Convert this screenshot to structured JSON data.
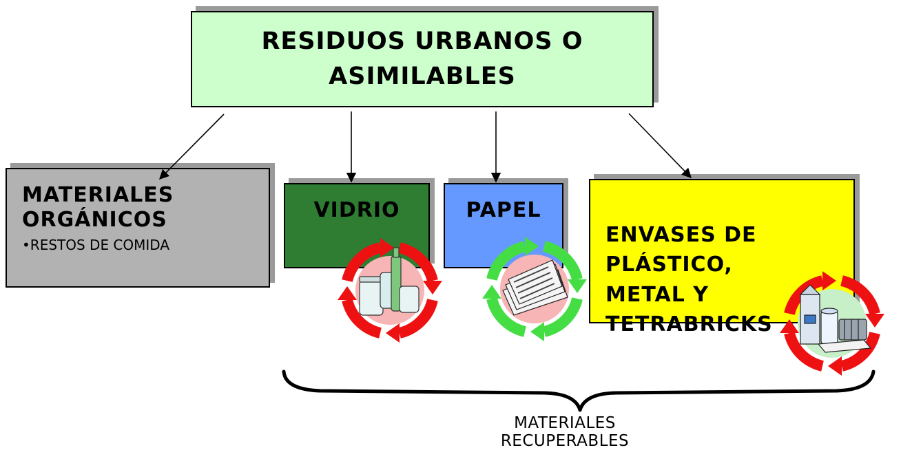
{
  "root": {
    "label": "RESIDUOS URBANOS O ASIMILABLES"
  },
  "organic": {
    "title": "MATERIALES ORGÁNICOS",
    "bullet": "•",
    "item": "RESTOS DE COMIDA"
  },
  "glass": {
    "label": "VIDRIO"
  },
  "paper": {
    "label": "PAPEL"
  },
  "packaging": {
    "label": "ENVASES DE\nPLÁSTICO,\nMETAL Y\nTETRABRICKS"
  },
  "brace": {
    "label": "MATERIALES RECUPERABLES"
  },
  "colors": {
    "root": "#ccffcc",
    "organic": "#b2b2b2",
    "glass": "#2e7d32",
    "paper": "#6699ff",
    "packaging": "#ffff00",
    "recycle_red": "#ee1111",
    "recycle_green": "#44dd44"
  },
  "icons": [
    "glass-jars-recycle-icon",
    "newspaper-recycle-icon",
    "packaging-recycle-icon"
  ]
}
